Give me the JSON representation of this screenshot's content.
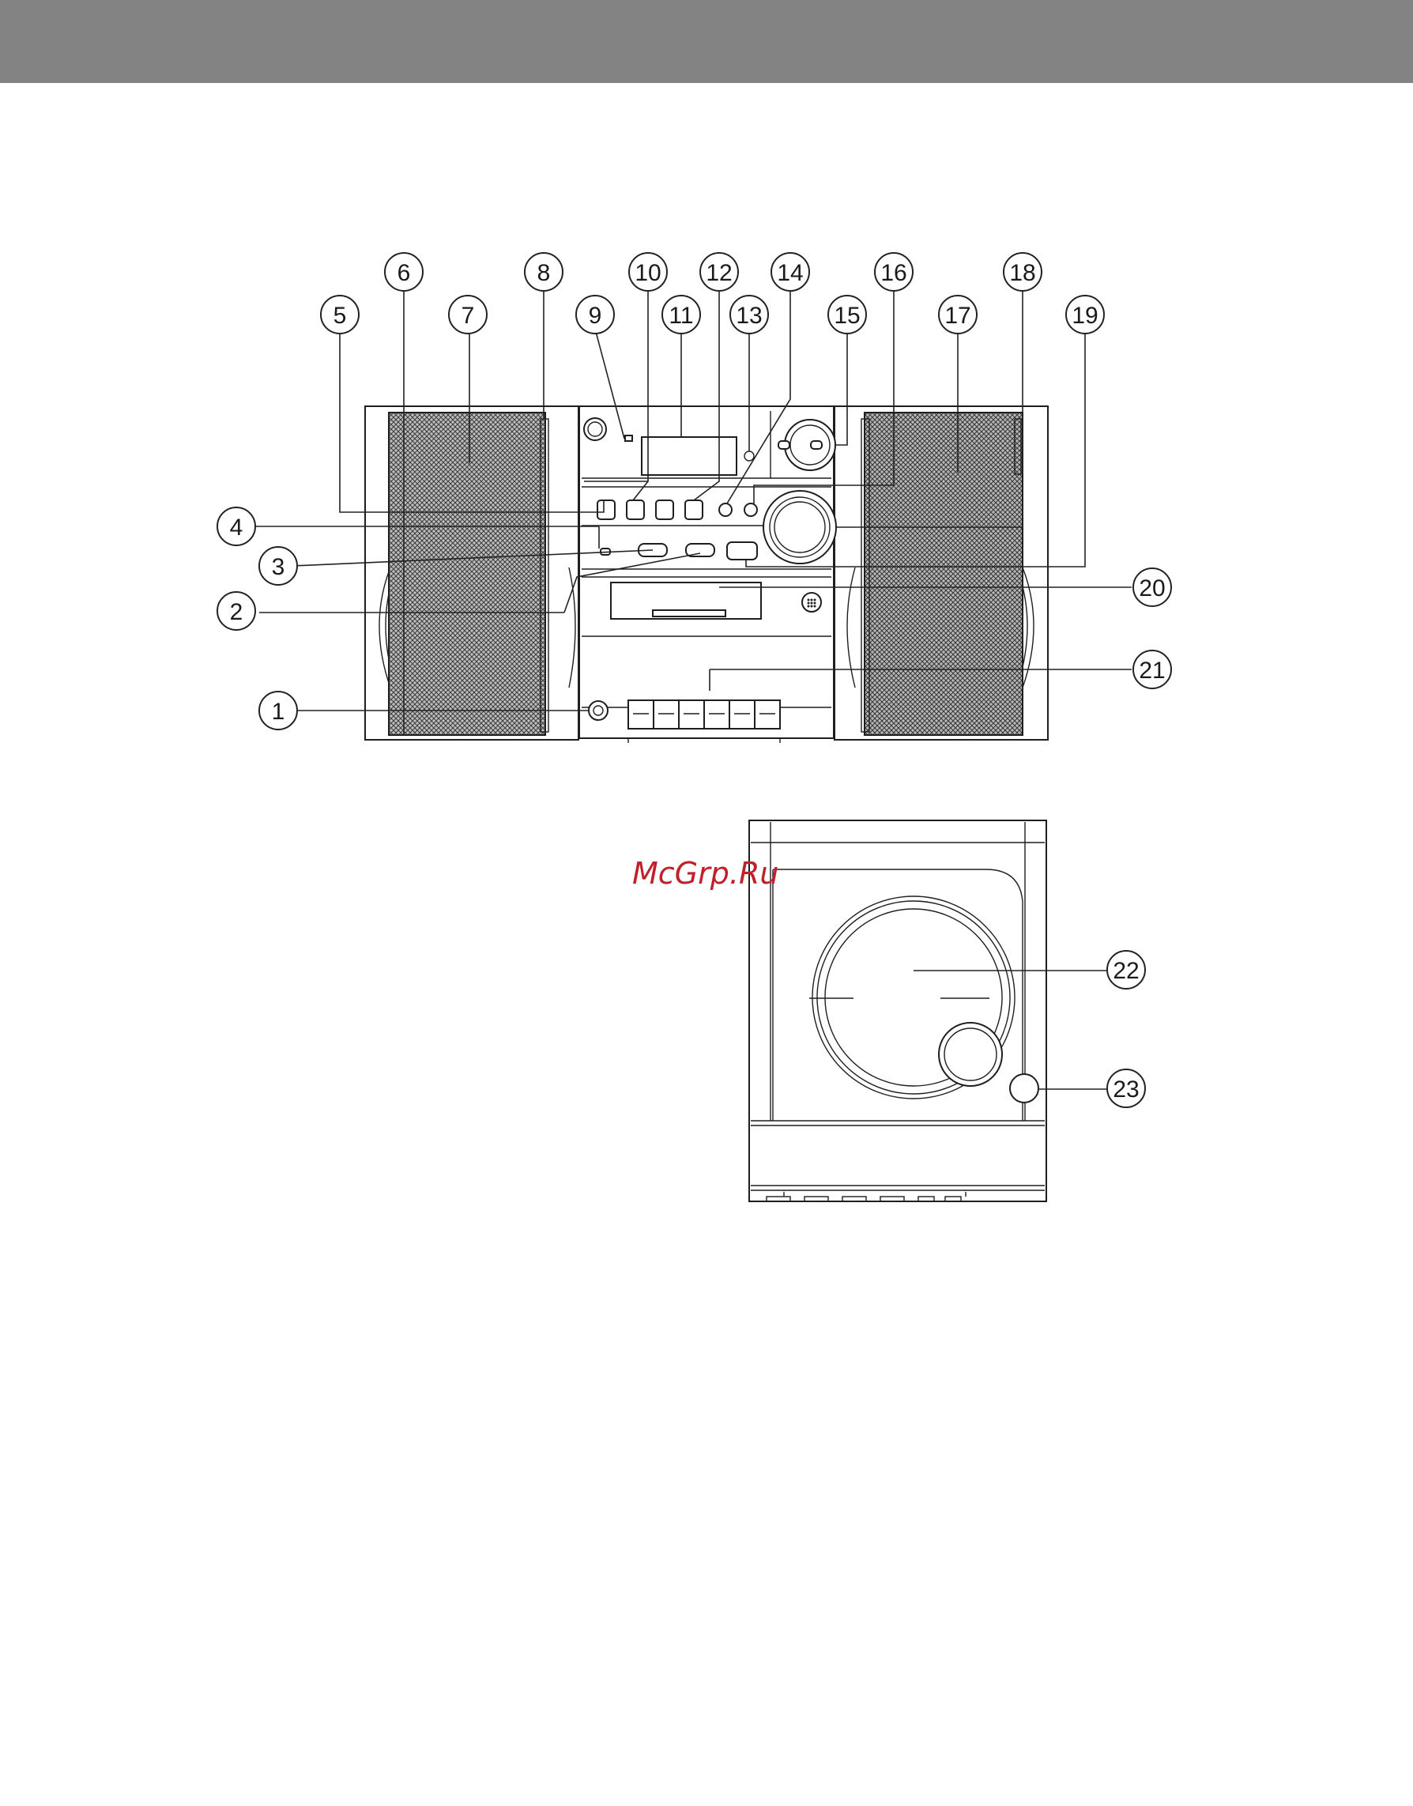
{
  "watermark": "McGrp.Ru",
  "callouts": [
    {
      "id": "1",
      "label": "1"
    },
    {
      "id": "2",
      "label": "2"
    },
    {
      "id": "3",
      "label": "3"
    },
    {
      "id": "4",
      "label": "4"
    },
    {
      "id": "5",
      "label": "5"
    },
    {
      "id": "6",
      "label": "6"
    },
    {
      "id": "7",
      "label": "7"
    },
    {
      "id": "8",
      "label": "8"
    },
    {
      "id": "9",
      "label": "9"
    },
    {
      "id": "10",
      "label": "10"
    },
    {
      "id": "11",
      "label": "11"
    },
    {
      "id": "12",
      "label": "12"
    },
    {
      "id": "13",
      "label": "13"
    },
    {
      "id": "14",
      "label": "14"
    },
    {
      "id": "15",
      "label": "15"
    },
    {
      "id": "16",
      "label": "16"
    },
    {
      "id": "17",
      "label": "17"
    },
    {
      "id": "18",
      "label": "18"
    },
    {
      "id": "19",
      "label": "19"
    },
    {
      "id": "20",
      "label": "20"
    },
    {
      "id": "21",
      "label": "21"
    },
    {
      "id": "22",
      "label": "22"
    },
    {
      "id": "23",
      "label": "23"
    }
  ],
  "colors": {
    "header_bar": "#838383",
    "watermark": "#c0202a",
    "line": "#1e1e1e"
  }
}
